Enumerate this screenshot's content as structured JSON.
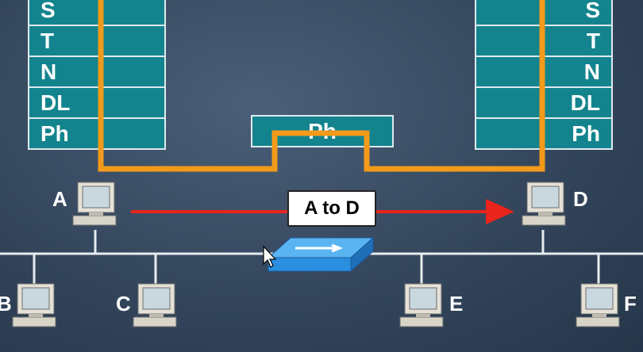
{
  "left_stack": {
    "layers": [
      "S",
      "T",
      "N",
      "DL",
      "Ph"
    ]
  },
  "right_stack": {
    "layers": [
      "S",
      "T",
      "N",
      "DL",
      "Ph"
    ]
  },
  "hub": {
    "label": "Ph"
  },
  "message": {
    "label": "A to D"
  },
  "nodes": {
    "a": "A",
    "b": "B",
    "c": "C",
    "d": "D",
    "e": "E",
    "f": "F"
  },
  "colors": {
    "path": "#f39a1a",
    "arrow": "#e8241d",
    "layer_fill": "#13848e",
    "switch": "#2b8fe0"
  }
}
